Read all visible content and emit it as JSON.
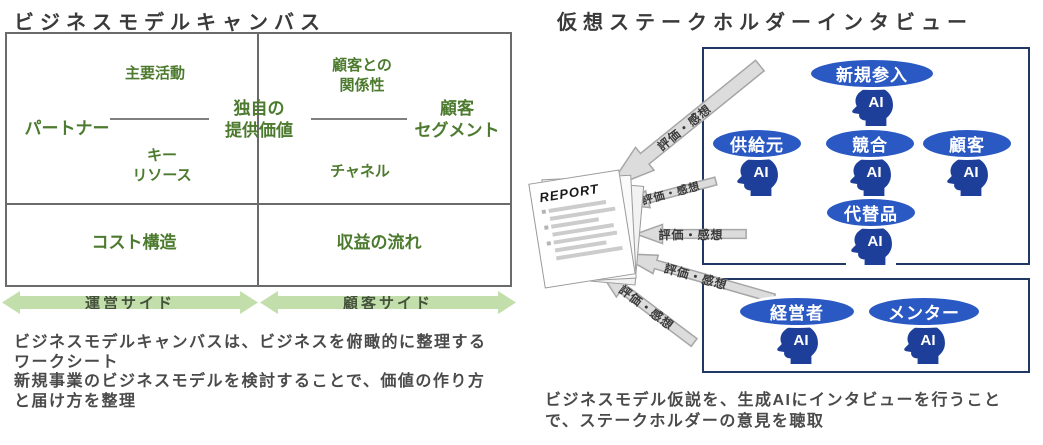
{
  "left_panel": {
    "title": "ビジネスモデルキャンバス",
    "canvas": {
      "partners": "パートナー",
      "key_activities": "主要活動",
      "key_resources_line1": "キー",
      "key_resources_line2": "リソース",
      "value_proposition_line1": "独自の",
      "value_proposition_line2": "提供価値",
      "customer_relationships_line1": "顧客との",
      "customer_relationships_line2": "関係性",
      "channels": "チャネル",
      "customer_segments_line1": "顧客",
      "customer_segments_line2": "セグメント",
      "cost_structure": "コスト構造",
      "revenue_streams": "収益の流れ"
    },
    "side_arrows": {
      "operations": "運営サイド",
      "customer": "顧客サイド"
    },
    "caption_lines": [
      "ビジネスモデルキャンバスは、ビジネスを俯瞰的に整理する",
      "ワークシート",
      "新規事業のビジネスモデルを検討することで、価値の作り方",
      "と届け方を整理"
    ]
  },
  "right_panel": {
    "title": "仮想ステークホルダーインタビュー",
    "report_title": "REPORT",
    "ai_label": "AI",
    "feedback_label": "評価・感想",
    "stakeholders": [
      {
        "id": "new-entrants",
        "label": "新規参入"
      },
      {
        "id": "suppliers",
        "label": "供給元"
      },
      {
        "id": "competitors",
        "label": "競合"
      },
      {
        "id": "customers",
        "label": "顧客"
      },
      {
        "id": "substitutes",
        "label": "代替品"
      },
      {
        "id": "executives",
        "label": "経営者"
      },
      {
        "id": "mentors",
        "label": "メンター"
      }
    ],
    "caption_lines": [
      "ビジネスモデル仮説を、生成AIにインタビューを行うこと",
      "で、ステークホルダーの意見を聴取"
    ]
  },
  "colors": {
    "green_text": "#4c7a2e",
    "light_green_arrow": "#c2dfab",
    "navy_border": "#1f3864",
    "ellipse_blue": "#2b59c3",
    "head_blue": "#1d3e99",
    "arrow_gray_fill": "#dcdcdc",
    "arrow_gray_stroke": "#a6a6a6",
    "caption_gray": "#4a4a4a"
  }
}
